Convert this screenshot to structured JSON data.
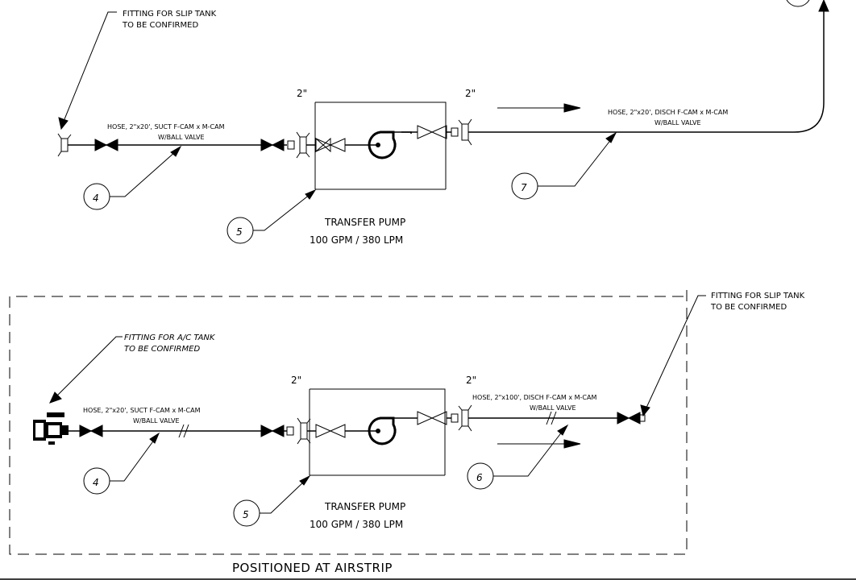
{
  "top": {
    "fitting_note": [
      "FITTING FOR SLIP TANK",
      "TO BE CONFIRMED"
    ],
    "suction_hose": [
      "HOSE, 2\"x20', SUCT F-CAM x M-CAM",
      "W/BALL VALVE"
    ],
    "discharge_hose": [
      "HOSE, 2\"x20', DISCH F-CAM x M-CAM",
      "W/BALL VALVE"
    ],
    "inlet_size": "2\"",
    "outlet_size": "2\"",
    "pump_label": [
      "TRANSFER PUMP",
      "100 GPM / 380 LPM"
    ],
    "callouts": [
      "4",
      "5",
      "7"
    ]
  },
  "bottom": {
    "fitting_note_left": [
      "FITTING FOR A/C TANK",
      "TO BE CONFIRMED"
    ],
    "fitting_note_right": [
      "FITTING FOR SLIP TANK",
      "TO BE CONFIRMED"
    ],
    "suction_hose": [
      "HOSE, 2\"x20', SUCT F-CAM x M-CAM",
      "W/BALL VALVE"
    ],
    "discharge_hose": [
      "HOSE, 2\"x100', DISCH F-CAM x M-CAM",
      "W/BALL VALVE"
    ],
    "inlet_size": "2\"",
    "outlet_size": "2\"",
    "pump_label": [
      "TRANSFER PUMP",
      "100 GPM / 380 LPM"
    ],
    "callouts": [
      "4",
      "5",
      "6"
    ],
    "area_label": "POSITIONED AT AIRSTRIP"
  }
}
